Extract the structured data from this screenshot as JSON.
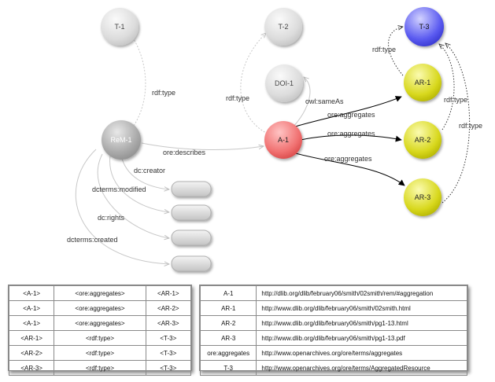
{
  "nodes": {
    "t1": "T-1",
    "t2": "T-2",
    "t3": "T-3",
    "doi1": "DOI-1",
    "rem1": "ReM-1",
    "a1": "A-1",
    "ar1": "AR-1",
    "ar2": "AR-2",
    "ar3": "AR-3"
  },
  "edges": {
    "rem_type": "rdf:type",
    "a1_type": "rdf:type",
    "ar1_type": "rdf:type",
    "ar2_type": "rdf:type",
    "ar3_type": "rdf:type",
    "same_as": "owl:sameAs",
    "describes": "ore:describes",
    "agg1": "ore:aggregates",
    "agg2": "ore:aggregates",
    "agg3": "ore:aggregates",
    "creator": "dc:creator",
    "modified": "dcterms:modified",
    "rights": "dc:rights",
    "created": "dcterms:created"
  },
  "triples": [
    [
      "<A-1>",
      "<ore:aggregates>",
      "<AR-1>"
    ],
    [
      "<A-1>",
      "<ore:aggregates>",
      "<AR-2>"
    ],
    [
      "<A-1>",
      "<ore:aggregates>",
      "<AR-3>"
    ],
    [
      "<AR-1>",
      "<rdf:type>",
      "<T-3>"
    ],
    [
      "<AR-2>",
      "<rdf:type>",
      "<T-3>"
    ],
    [
      "<AR-3>",
      "<rdf:type>",
      "<T-3>"
    ]
  ],
  "uris": [
    [
      "A-1",
      "http://dlib.org/dlib/february06/smith/02smith/rem/#aggregation"
    ],
    [
      "AR-1",
      "http://www.dlib.org/dlib/february06/smith/02smith.html"
    ],
    [
      "AR-2",
      "http://www.dlib.org/dlib/february06/smith/pg1-13.html"
    ],
    [
      "AR-3",
      "http://www.dlib.org/dlib/february06/smith/pg1-13.pdf"
    ],
    [
      "ore:aggregates",
      "http://www.openarchives.org/ore/terms/aggregates"
    ],
    [
      "T-3",
      "http://www.openarchives.org/ore/terms/AggregatedResource"
    ]
  ],
  "colors": {
    "gray_node": "#d9d9d9",
    "rem_node": "#a8a8a8",
    "a1_node": "#f07070",
    "ar_node": "#d8d81e",
    "t3_node": "#5a5af0",
    "edge_gray": "#c8c8c8"
  }
}
